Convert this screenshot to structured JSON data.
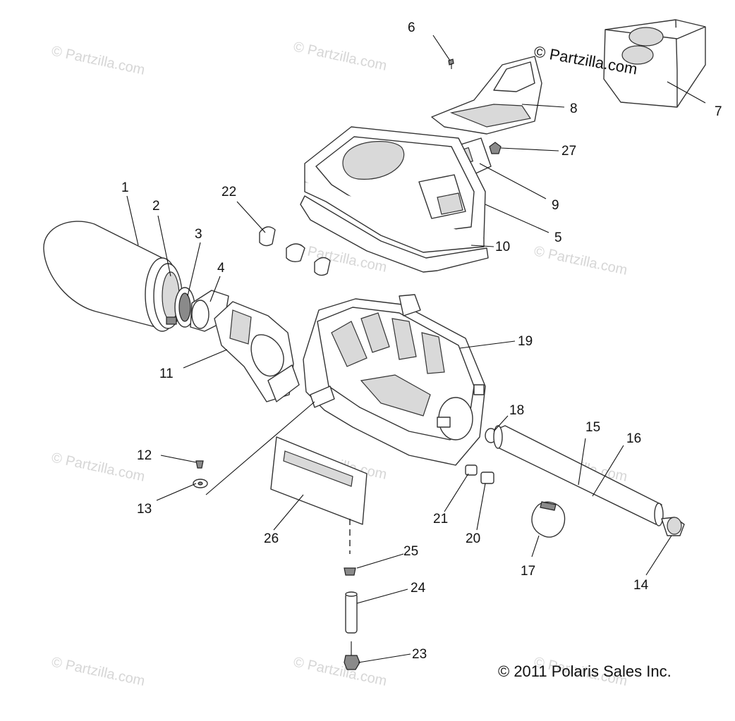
{
  "watermark": "© Partzilla.com",
  "brand_mark": "© Partzilla.com",
  "copyright": "© 2011 Polaris Sales Inc.",
  "callouts": {
    "c1": "1",
    "c2": "2",
    "c3": "3",
    "c4": "4",
    "c5": "5",
    "c6": "6",
    "c7": "7",
    "c8": "8",
    "c9": "9",
    "c10": "10",
    "c11": "11",
    "c12": "12",
    "c13": "13",
    "c14": "14",
    "c15": "15",
    "c16": "16",
    "c17": "17",
    "c18": "18",
    "c19": "19",
    "c20": "20",
    "c21": "21",
    "c22": "22",
    "c23": "23",
    "c24": "24",
    "c25": "25",
    "c26": "26",
    "c27": "27"
  }
}
